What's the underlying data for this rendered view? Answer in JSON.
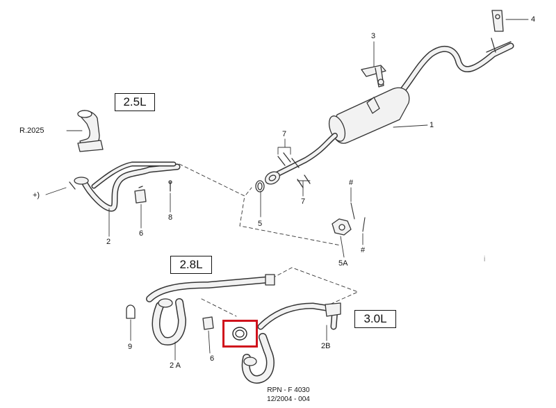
{
  "engine_boxes": {
    "e25": "2.5L",
    "e28": "2.8L",
    "e30": "3.0L"
  },
  "callouts": {
    "c1": "1",
    "c2": "2",
    "c2a": "2 A",
    "c2b": "2B",
    "c3": "3",
    "c4": "4",
    "c5": "5",
    "c5a": "5A",
    "c6a": "6",
    "c6b": "6",
    "c7a": "7",
    "c7b": "7",
    "c8": "8",
    "c9": "9",
    "hashA": "#",
    "hashB": "#",
    "plus": "+)",
    "ref": "R.2025",
    "dot": "i"
  },
  "footer": {
    "rpn": "RPN - F 4030",
    "date": "12/2004 - 004"
  },
  "colors": {
    "highlight": "#d0121c",
    "line": "#333333",
    "part_fill": "#f2f2f2"
  }
}
